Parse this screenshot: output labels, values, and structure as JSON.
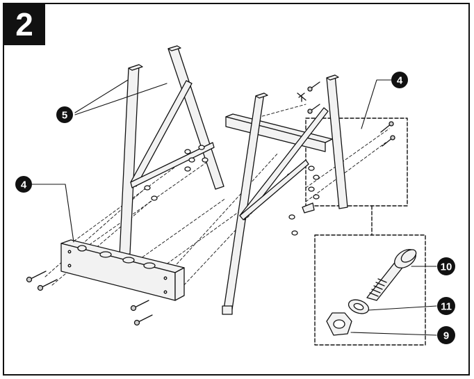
{
  "step_number": "2",
  "callouts": {
    "part_5": "5",
    "part_4_left": "4",
    "part_4_right": "4",
    "part_10": "10",
    "part_11": "11",
    "part_9": "9"
  },
  "colors": {
    "ink": "#111111",
    "paper": "#ffffff",
    "metal": "#f2f2f2",
    "bolt": "#cfcfcf"
  }
}
